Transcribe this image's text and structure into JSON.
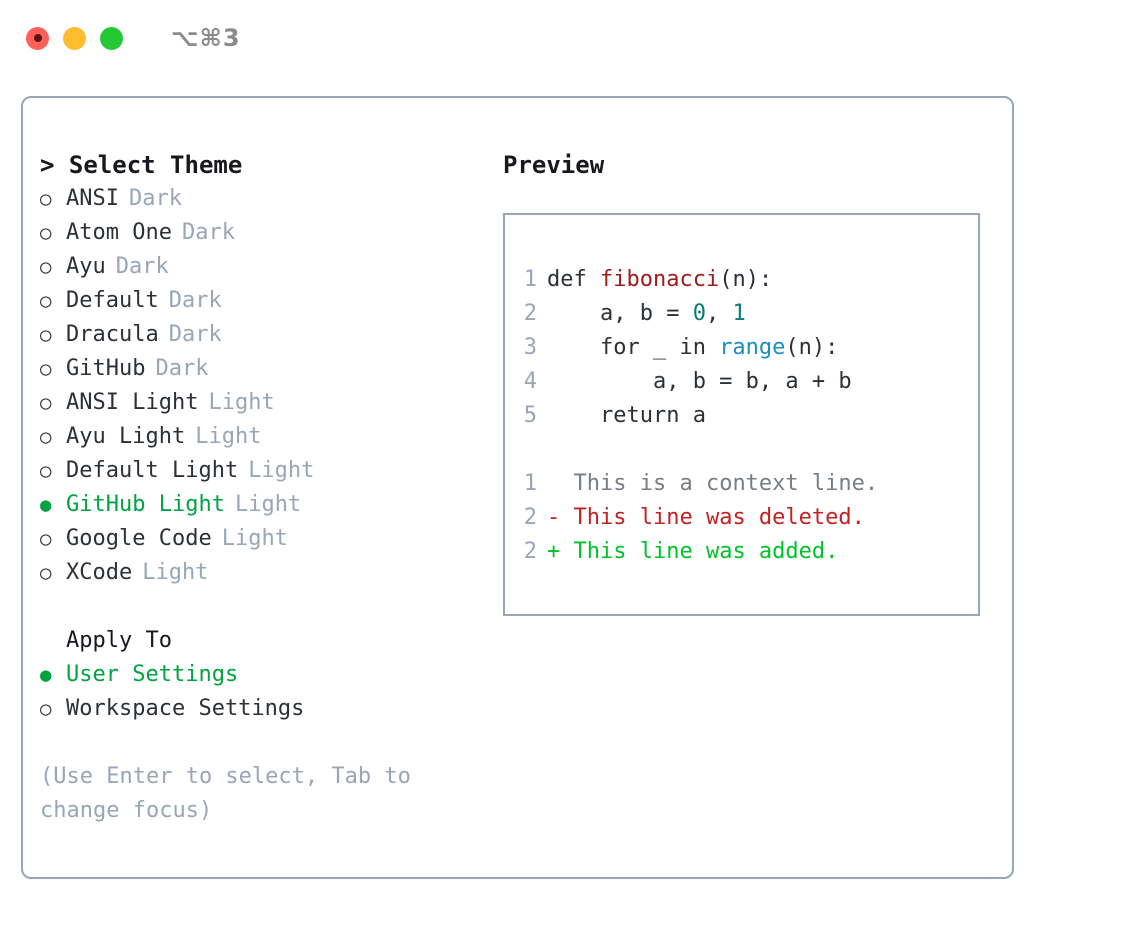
{
  "window": {
    "shortcut": "⌥⌘3",
    "traffic_lights": [
      {
        "name": "close",
        "color": "#ff6059"
      },
      {
        "name": "minimize",
        "color": "#ffbd2e"
      },
      {
        "name": "zoom",
        "color": "#23c832"
      }
    ]
  },
  "colors": {
    "border": "#9aa5b8",
    "muted": "#9aa5b8",
    "text": "#2c3138",
    "accent_green": "#00a341",
    "syntax_function": "#a01b1b",
    "syntax_number": "#0b7a7a",
    "syntax_call": "#1a8fc0",
    "diff_context": "#777e88",
    "diff_delete": "#c32222",
    "diff_add": "#00c32a"
  },
  "theme_list": {
    "heading": "> Select Theme",
    "bullet_off": "○",
    "bullet_on": "●",
    "items": [
      {
        "name": "ANSI",
        "kind": "Dark",
        "selected": false
      },
      {
        "name": "Atom One",
        "kind": "Dark",
        "selected": false
      },
      {
        "name": "Ayu",
        "kind": "Dark",
        "selected": false
      },
      {
        "name": "Default",
        "kind": "Dark",
        "selected": false
      },
      {
        "name": "Dracula",
        "kind": "Dark",
        "selected": false
      },
      {
        "name": "GitHub",
        "kind": "Dark",
        "selected": false
      },
      {
        "name": "ANSI Light",
        "kind": "Light",
        "selected": false
      },
      {
        "name": "Ayu Light",
        "kind": "Light",
        "selected": false
      },
      {
        "name": "Default Light",
        "kind": "Light",
        "selected": false
      },
      {
        "name": "GitHub Light",
        "kind": "Light",
        "selected": true
      },
      {
        "name": "Google Code",
        "kind": "Light",
        "selected": false
      },
      {
        "name": "XCode",
        "kind": "Light",
        "selected": false
      }
    ]
  },
  "apply_to": {
    "heading": "Apply To",
    "options": [
      {
        "label": "User Settings",
        "selected": true
      },
      {
        "label": "Workspace Settings",
        "selected": false
      }
    ]
  },
  "hint": "(Use Enter to select, Tab to change focus)",
  "preview": {
    "heading": "Preview",
    "code_lines": [
      {
        "number": "1",
        "segments": [
          {
            "text": "def ",
            "token": "plain"
          },
          {
            "text": "fibonacci",
            "token": "function"
          },
          {
            "text": "(n):",
            "token": "plain"
          }
        ]
      },
      {
        "number": "2",
        "segments": [
          {
            "text": "    a, b = ",
            "token": "plain"
          },
          {
            "text": "0",
            "token": "number"
          },
          {
            "text": ", ",
            "token": "plain"
          },
          {
            "text": "1",
            "token": "number"
          }
        ]
      },
      {
        "number": "3",
        "segments": [
          {
            "text": "    for _ in ",
            "token": "plain"
          },
          {
            "text": "range",
            "token": "call"
          },
          {
            "text": "(n):",
            "token": "plain"
          }
        ]
      },
      {
        "number": "4",
        "segments": [
          {
            "text": "        a, b = b, a + b",
            "token": "plain"
          }
        ]
      },
      {
        "number": "5",
        "segments": [
          {
            "text": "    return a",
            "token": "plain"
          }
        ]
      }
    ],
    "diff_lines": [
      {
        "number": "1",
        "marker": "  ",
        "text": "This is a context line.",
        "kind": "context"
      },
      {
        "number": "2",
        "marker": "- ",
        "text": "This line was deleted.",
        "kind": "delete"
      },
      {
        "number": "2",
        "marker": "+ ",
        "text": "This line was added.",
        "kind": "add"
      }
    ]
  }
}
